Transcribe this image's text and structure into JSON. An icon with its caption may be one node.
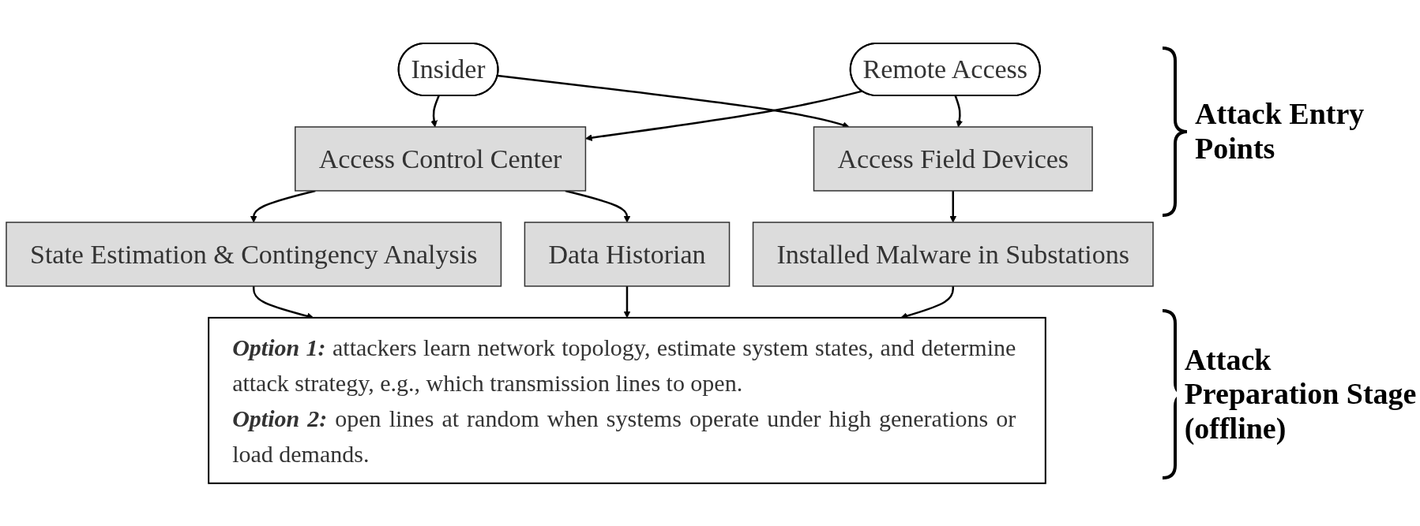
{
  "diagram": {
    "nodes": [
      {
        "text": [
          "Insider"
        ]
      },
      {
        "text": [
          "Remote Access"
        ]
      },
      {
        "text": [
          "Access Control Center"
        ]
      },
      {
        "text": [
          "Access Field Devices"
        ]
      },
      {
        "text": [
          "State Estimation & Contingency Analysis"
        ]
      },
      {
        "text": [
          "Data Historian"
        ]
      },
      {
        "text": [
          "Installed Malware in Substations"
        ]
      },
      {
        "text": [
          "**Option 1:** attackers learn network topology, estimate system states, and determine attack strategy, e.g., which transmission lines to open.",
          "**Option 2:** open lines at random when systems operate under high generations or load demands."
        ]
      }
    ],
    "edges": [
      {
        "from": 0,
        "to": 2,
        "arrow": "to"
      },
      {
        "from": 0,
        "to": 3,
        "arrow": "to"
      },
      {
        "from": 1,
        "to": 2,
        "arrow": "to"
      },
      {
        "from": 1,
        "to": 3,
        "arrow": "to"
      },
      {
        "from": 2,
        "to": 4,
        "arrow": "to"
      },
      {
        "from": 2,
        "to": 5,
        "arrow": "to"
      },
      {
        "from": 3,
        "to": 6,
        "arrow": "to"
      },
      {
        "from": 4,
        "to": 7,
        "arrow": "to"
      },
      {
        "from": 5,
        "to": 7,
        "arrow": "to"
      },
      {
        "from": 6,
        "to": 7,
        "arrow": "to"
      }
    ],
    "labels": [
      "Attack Entry Points",
      "Attack Preparation Stage (offline)"
    ]
  }
}
